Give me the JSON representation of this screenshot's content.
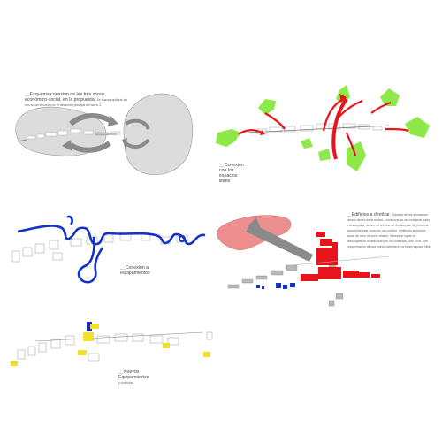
{
  "captions": {
    "p1": {
      "title_line1": "Esquema conexión de las tres zonas,",
      "title_line2": "económico-social, en la propuesta.",
      "note": "Se busca equilibrar las tres zonas tensando en el desarrollo principal del barrio 2."
    },
    "p2": {
      "title": "Conexión con los espacios libres"
    },
    "p3": {
      "title": "Conexión a equipamientos"
    },
    "p4": {
      "title": "Edificios a derribar.",
      "note": "Traslado de los almacenes situado dentro de la ciudad, a una zona de uso industrial, junto a la autopista, dentro del término de Cerdanyola. Se pretende aprovechar este zona con uso público, emitiendo la mezcla actual de usos de suelo urbano. Necesario lograr la descongestión urbanizando por los viviendas junto al rio, con compensación de una nueva vivienda en la futuro espacio libre."
    },
    "p5": {
      "title": "Nuevos Equipamientos",
      "suffix": "y viviendas"
    }
  },
  "colors": {
    "green": "#8fe84a",
    "red": "#e8141c",
    "blue": "#1432c8",
    "yellow": "#f2e02e",
    "pink": "#ee8f8f",
    "gray_zone": "#d9d9d9",
    "arrow_gray": "#8a8a8a"
  }
}
